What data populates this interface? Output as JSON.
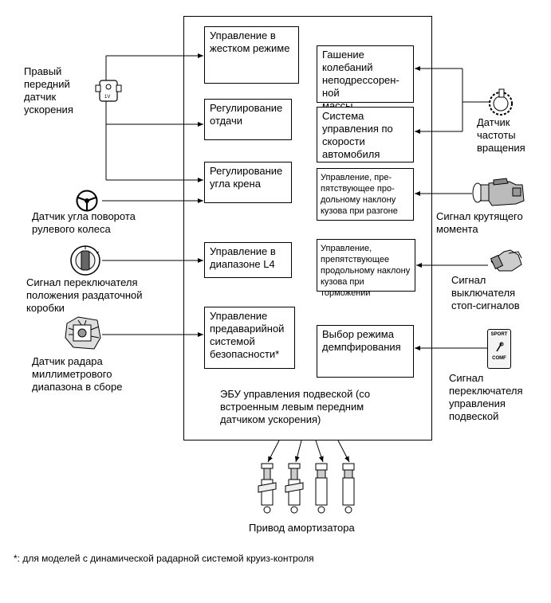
{
  "ecu_caption": "ЭБУ управления подвеской (со\nвстроенным левым передним\nдатчиком ускорения)",
  "left_blocks": [
    "Управление в\nжестком режиме",
    "Регулирование\nотдачи",
    "Регулирование\nугла крена",
    "Управление в\nдиапазоне L4",
    "Управление\nпредаварийной\nсистемой\nбезопасности*"
  ],
  "right_blocks": [
    "Гашение\nколебаний\nнеподрессорен-\nной\nмассы",
    "Система\nуправления по\nскорости\nавтомобиля",
    "Управление, пре-\nпятствующее про-\nдольному наклону\nкузова при разгоне",
    "Управление,\nпрепятствующее\nпродольному наклону\nкузова при торможении",
    "Выбор режима\nдемпфирования"
  ],
  "left_inputs": {
    "accel_sensor": "Правый\nпередний\nдатчик\nускорения",
    "steering_sensor": "Датчик угла поворота\nрулевого колеса",
    "transfer_switch": "Сигнал переключателя\nположения раздаточной\nкоробки",
    "radar_sensor": "Датчик радара\nмиллиметрового\nдиапазона в сборе"
  },
  "right_inputs": {
    "speed_sensor": "Датчик\nчастоты\nвращения",
    "torque_signal": "Сигнал крутящего\nмомента",
    "stop_switch": "Сигнал\nвыключателя\nстоп-сигналов",
    "suspension_switch": "Сигнал\nпереключателя\nуправления\nподвеской"
  },
  "switch_labels": {
    "top": "SPORT",
    "bottom": "COMF"
  },
  "actuator_label": "Привод амортизатора",
  "footnote": "*: для моделей с динамической радарной системой круиз-контроля",
  "accel_sensor_mark": "1V"
}
